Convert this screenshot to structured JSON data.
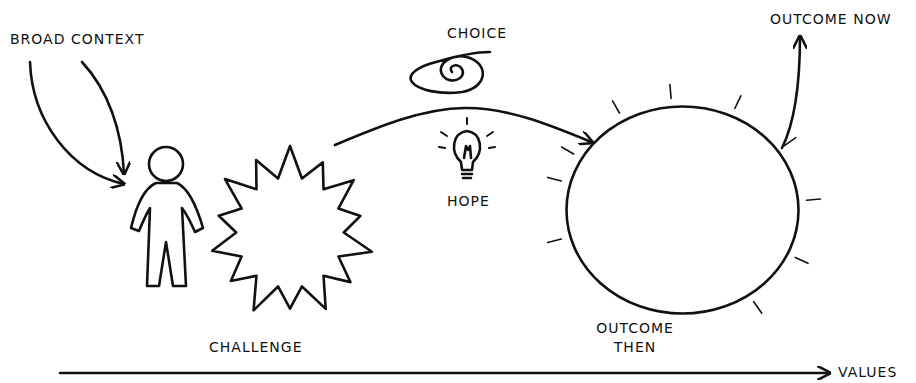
{
  "diagram": {
    "nodes": [
      {
        "text": [
          "CHALLENGE"
        ]
      },
      {
        "text": [
          "OUTCOME THEN"
        ]
      }
    ],
    "edges": [
      {
        "from": 0,
        "to": 1,
        "arrow": "to"
      }
    ],
    "labels": [
      "BROAD CONTEXT",
      "CHOICE",
      "OUTCOME NOW",
      "HOPE",
      "VALUES"
    ]
  }
}
